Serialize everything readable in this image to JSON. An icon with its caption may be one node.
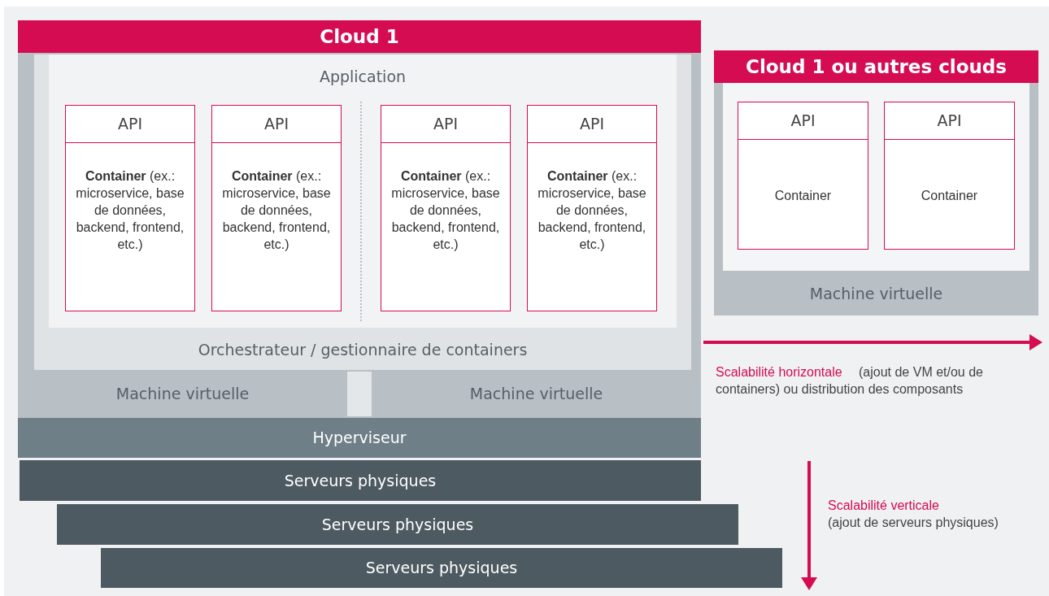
{
  "diagram": {
    "nodes": [
      {
        "text": [
          "Cloud 1"
        ]
      },
      {
        "text": [
          "Orchestrateur / gestionnaire de containers"
        ],
        "in": 0
      },
      {
        "text": [
          "Application"
        ],
        "in": 1
      },
      {
        "text": [
          "API",
          "**Container** (ex.: microservice, base de données, backend, frontend, etc.)"
        ],
        "in": 2
      },
      {
        "text": [
          "API",
          "**Container** (ex.: microservice, base de données, backend, frontend, etc.)"
        ],
        "in": 2
      },
      {
        "text": [
          "API",
          "**Container** (ex.: microservice, base de données, backend, frontend, etc.)"
        ],
        "in": 2
      },
      {
        "text": [
          "API",
          "**Container** (ex.: microservice, base de données, backend, frontend, etc.)"
        ],
        "in": 2
      },
      {
        "text": [
          "Machine virtuelle"
        ],
        "in": 0
      },
      {
        "text": [
          "Machine virtuelle"
        ],
        "in": 0
      },
      {
        "text": [
          "Hyperviseur"
        ],
        "in": 0
      },
      {
        "text": [
          "Serveurs physiques"
        ]
      },
      {
        "text": [
          "Serveurs physiques"
        ]
      },
      {
        "text": [
          "Serveurs physiques"
        ]
      },
      {
        "text": [
          "Cloud 1 ou autres clouds"
        ]
      },
      {
        "text": [
          "Machine virtuelle"
        ]
      },
      {
        "text": [
          "API",
          "Container"
        ],
        "in": 14
      },
      {
        "text": [
          "API",
          "Container"
        ],
        "in": 14
      }
    ],
    "labels": [
      "Scalabilité horizontale",
      "(ajout de VM et/ou de containers) ou distribution des composants",
      "Scalabilité verticale",
      "(ajout de serveurs physiques)"
    ]
  }
}
